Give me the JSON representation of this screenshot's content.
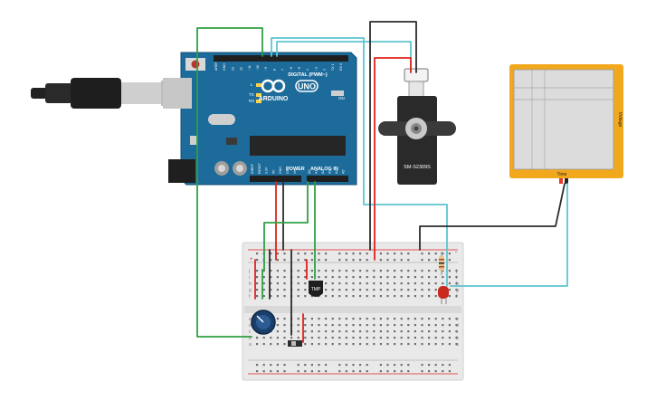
{
  "arduino": {
    "brand": "ARDUINO",
    "model": "UNO",
    "digital_header": "DIGITAL (PWM~)",
    "power_header": "POWER",
    "analog_header": "ANALOG IN",
    "on_led": "ON",
    "tx_label": "TX",
    "rx_label": "RX",
    "l_label": "L",
    "digital_pins": [
      "AREF",
      "GND",
      "13",
      "12",
      "~11",
      "~10",
      "~9",
      "8",
      "7",
      "~6",
      "~5",
      "4",
      "~3",
      "2",
      "TX 1",
      "RX 0"
    ],
    "power_pins": [
      "IOREF",
      "RESET",
      "3.3V",
      "5V",
      "GND",
      "GND",
      "Vin"
    ],
    "analog_pins": [
      "A0",
      "A1",
      "A2",
      "A3",
      "A4",
      "A5"
    ]
  },
  "servo": {
    "model": "SM-S2309S"
  },
  "temp_sensor": {
    "label": "TMP"
  },
  "oscilloscope": {
    "time_label": "Time",
    "voltage_label": "Voltage"
  },
  "breadboard": {
    "row_letters_top": [
      "j",
      "i",
      "h",
      "g",
      "f"
    ],
    "row_letters_bottom": [
      "e",
      "d",
      "c",
      "b",
      "a"
    ],
    "rail_plus": "+",
    "rail_minus": "-"
  },
  "colors": {
    "wire_red": "#e0221b",
    "wire_black": "#2b2b2b",
    "wire_green": "#2ea043",
    "wire_cyan": "#5fc4cf",
    "board_blue": "#1c6b9a",
    "scope_frame": "#f2a81d",
    "breadboard": "#e9e9e9"
  }
}
